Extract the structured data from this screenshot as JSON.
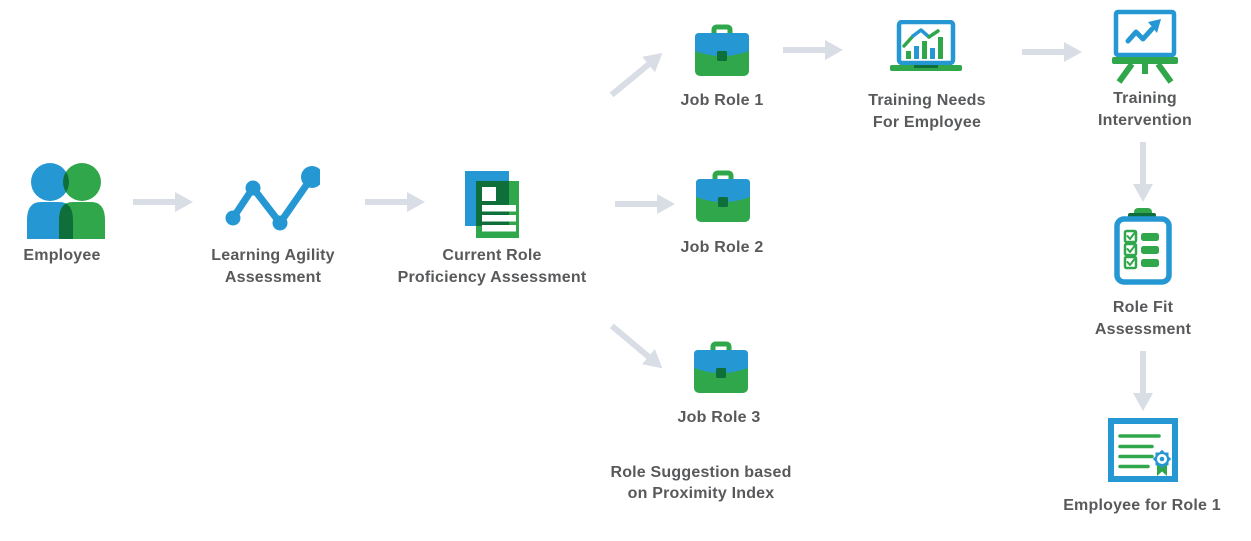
{
  "diagram_title": "",
  "colors": {
    "blue": "#2598d4",
    "green": "#31a74c",
    "dark_green": "#0e6f3a",
    "label_text": "#58595b",
    "arrow_gray": "#d8dde6",
    "background": "#ffffff"
  },
  "nodes": {
    "employee": {
      "label": "Employee",
      "icon": "two-people-icon"
    },
    "learning_agility_assessment": {
      "line1": "Learning Agility",
      "line2": "Assessment",
      "icon": "line-chart-dots-icon"
    },
    "current_role_proficiency_assessment": {
      "line1": "Current Role",
      "line2": "Proficiency Assessment",
      "icon": "report-document-icon"
    },
    "job_role_1": {
      "label": "Job Role 1",
      "icon": "briefcase-icon"
    },
    "job_role_2": {
      "label": "Job Role 2",
      "icon": "briefcase-icon"
    },
    "job_role_3": {
      "label": "Job Role 3",
      "icon": "briefcase-icon"
    },
    "training_needs_for_employee": {
      "line1": "Training Needs",
      "line2": "For Employee",
      "icon": "monitor-bar-chart-icon"
    },
    "training_intervention": {
      "line1": "Training",
      "line2": "Intervention",
      "icon": "presentation-easel-icon"
    },
    "role_fit_assessment": {
      "line1": "Role Fit",
      "line2": "Assessment",
      "icon": "clipboard-checklist-icon"
    },
    "employee_for_role_1": {
      "label": "Employee for Role 1",
      "icon": "certificate-icon"
    }
  },
  "annotations": {
    "role_suggestion": {
      "line1": "Role Suggestion based",
      "line2": "on Proximity Index"
    }
  },
  "edges": [
    "employee -> learning_agility_assessment",
    "learning_agility_assessment -> current_role_proficiency_assessment",
    "current_role_proficiency_assessment -> job_role_1",
    "current_role_proficiency_assessment -> job_role_2",
    "current_role_proficiency_assessment -> job_role_3",
    "job_role_1 -> training_needs_for_employee",
    "training_needs_for_employee -> training_intervention",
    "training_intervention -> role_fit_assessment",
    "role_fit_assessment -> employee_for_role_1"
  ]
}
